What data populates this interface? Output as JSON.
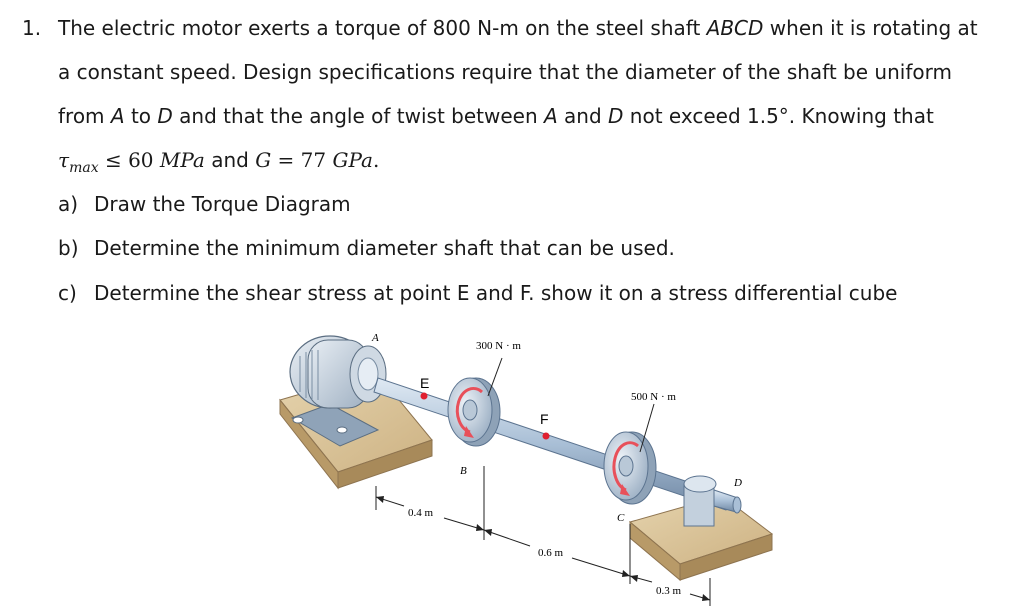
{
  "problem": {
    "number": "1.",
    "line1_a": "The electric motor exerts a torque of 800 N-m on the steel shaft ",
    "line1_b": "ABCD",
    "line1_c": " when it is rotating at",
    "line2": "a constant speed. Design specifications require that the diameter of the shaft be uniform",
    "line3_a": "from ",
    "line3_b": "A",
    "line3_c": " to ",
    "line3_d": "D",
    "line3_e": " and that the angle of twist between ",
    "line3_f": "A",
    "line3_g": " and ",
    "line3_h": "D",
    "line3_i": " not exceed 1.5°. Knowing that",
    "line4_tau": "τ",
    "line4_sub": "max",
    "line4_a": " ≤ 60 ",
    "line4_mpa": "MPa",
    "line4_b": "  and ",
    "line4_g": "G",
    "line4_c": " = 77 ",
    "line4_gpa": "GPa",
    "line4_d": "."
  },
  "parts": [
    {
      "label": "a)",
      "text": "Draw the Torque Diagram"
    },
    {
      "label": "b)",
      "text": "Determine the minimum diameter shaft that can be used."
    },
    {
      "label": "c)",
      "text": "Determine the shear stress at point E and F. show it on a stress differential cube"
    }
  ],
  "figure": {
    "label_A": "A",
    "label_B": "B",
    "label_C": "C",
    "label_D": "D",
    "label_E": "E",
    "label_F": "F",
    "torque_B": "300 N · m",
    "torque_C": "500 N · m",
    "dim_AB": "0.4 m",
    "dim_BC": "0.6 m",
    "dim_CD": "0.3 m",
    "colors": {
      "marker": "#e02030",
      "arrow": "#e8505a",
      "shaft": "#a9bfd6",
      "wood": "#d6bf95"
    }
  }
}
